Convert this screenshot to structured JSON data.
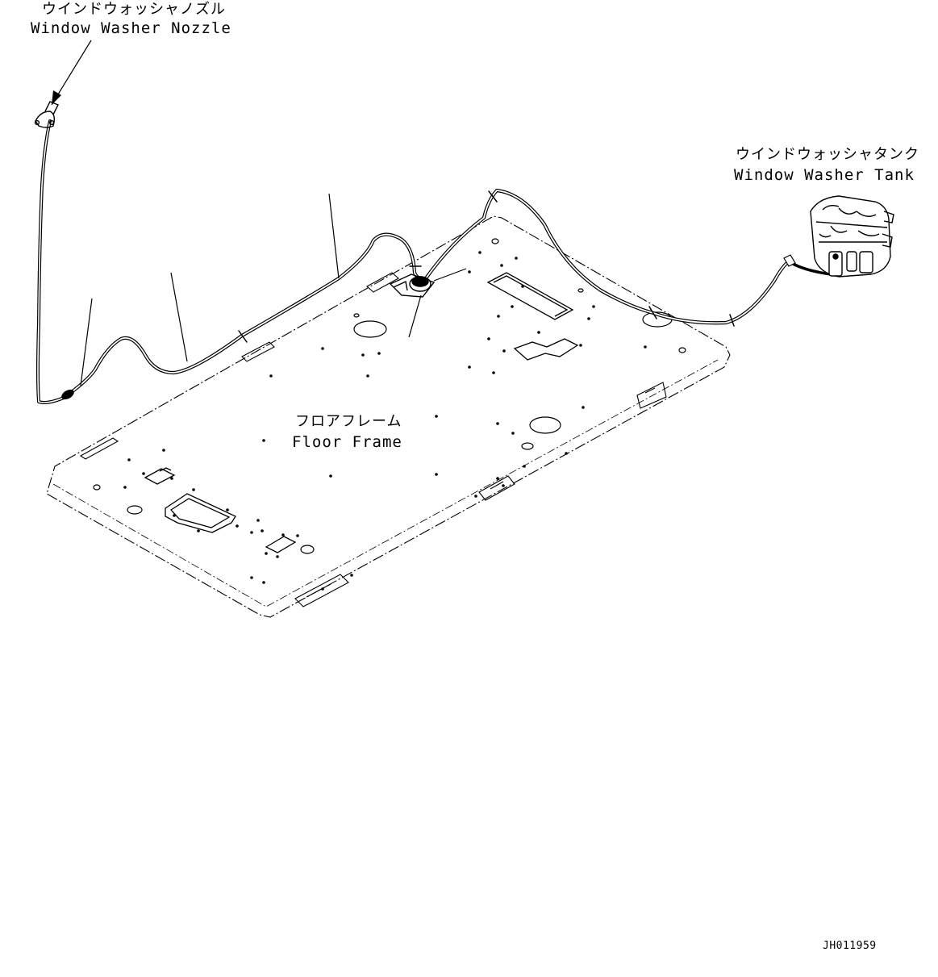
{
  "labels": {
    "nozzle_jp": "ウインドウォッシャノズル",
    "nozzle_en": "Window Washer Nozzle",
    "tank_jp": "ウインドウォッシャタンク",
    "tank_en": "Window Washer Tank",
    "floor_jp": "フロアフレーム",
    "floor_en": "Floor Frame"
  },
  "drawing_number": "JH011959"
}
